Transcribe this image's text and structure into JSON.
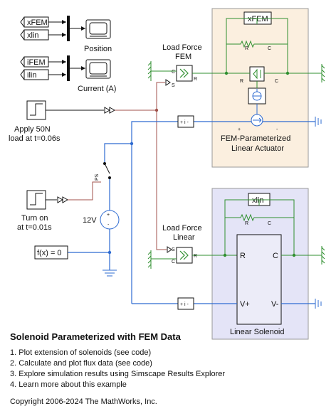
{
  "blocks": {
    "xfem_in": "xFEM",
    "xlin_in": "xlin",
    "ifem_in": "iFEM",
    "ilin_in": "ilin",
    "position_scope": "Position",
    "current_scope": "Current (A)",
    "load_fem_l1": "Load Force",
    "load_fem_l2": "FEM",
    "load_lin_l1": "Load Force",
    "load_lin_l2": "Linear",
    "step1_l1": "Apply 50N",
    "step1_l2": "load at t=0.06s",
    "step2_l1": "Turn on",
    "step2_l2": "at t=0.01s",
    "voltage": "12V",
    "solver": "f(x) = 0",
    "fem_box_tag": "xFEM",
    "fem_box_l1": "FEM-Parameterized",
    "fem_box_l2": "Linear Actuator",
    "lin_box_tag": "xlin",
    "lin_box_label": "Linear Solenoid",
    "current_sensor": "+ i -",
    "ps_label": "PS"
  },
  "ports": {
    "C": "C",
    "R": "R",
    "S": "S",
    "plus": "+",
    "minus": "-",
    "vplus": "V+",
    "vminus": "V-"
  },
  "caption": {
    "title": "Solenoid Parameterized with FEM Data",
    "items": [
      "1. Plot extension of solenoids (see code)",
      "2. Calculate and plot flux data (see code)",
      "3. Explore simulation results using Simscape Results Explorer",
      "4. Learn more about this example"
    ],
    "copyright": "Copyright 2006-2024 The MathWorks, Inc."
  },
  "colors": {
    "fem_bg": "#fbefdf",
    "lin_bg": "#e4e4f7",
    "phys_line": "#2e6bd1",
    "conserve_line": "#2f8f2f",
    "signal_line": "#a0524b",
    "solenoid_body": "#ececf8"
  }
}
